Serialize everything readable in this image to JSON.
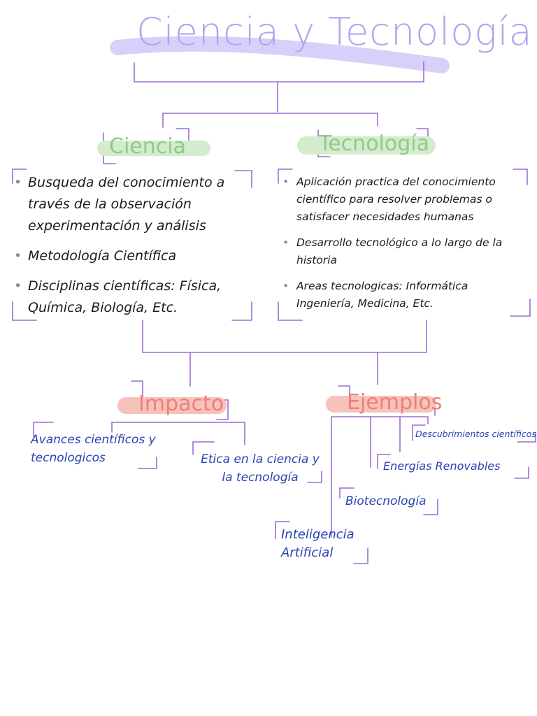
{
  "title": "Ciencia y Tecnología",
  "ciencia": {
    "label": "Ciencia",
    "items": [
      "Busqueda del conocimiento a través de la observación experimentación y análisis",
      "Metodología Científica",
      "Disciplinas científicas: Física, Química, Biología, Etc."
    ]
  },
  "tecnologia": {
    "label": "Tecnología",
    "items": [
      "Aplicación practica del conocimiento científico para resolver problemas o satisfacer necesidades humanas",
      "Desarrollo tecnológico a lo largo de la historia",
      "Areas tecnologicas: Informática Ingeniería, Medicina, Etc."
    ]
  },
  "impacto": {
    "label": "Impacto",
    "items": [
      "Avances científicos y tecnologicos",
      "Etica en la ciencia y la tecnología"
    ]
  },
  "ejemplos": {
    "label": "Ejemplos",
    "items": [
      "Descubrimientos científicos",
      "Energías Renovables",
      "Biotecnología",
      "Inteligencia Artificial"
    ]
  },
  "colors": {
    "title": "#b3a4ec",
    "highlight_title": "#cfc5f7",
    "connector": "#9b6fd4",
    "green": "#8fcb8a",
    "green_highlight": "#d4eccd",
    "red": "#ec8178",
    "red_highlight": "#f7c2bb",
    "blue_text": "#2a42b3",
    "body_text": "#1b1b1b"
  }
}
